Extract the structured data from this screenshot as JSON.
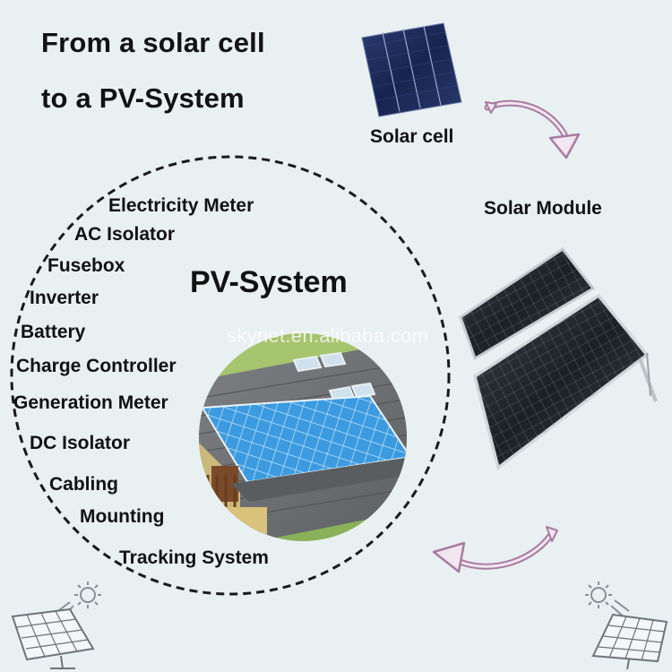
{
  "title": {
    "line1": "From a solar cell",
    "line2": "to a PV-System"
  },
  "labels": {
    "solar_cell": "Solar cell",
    "solar_module": "Solar Module",
    "pv_system": "PV-System"
  },
  "components": [
    "Electricity Meter",
    "AC Isolator",
    "Fusebox",
    "Inverter",
    "Battery",
    "Charge Controller",
    "Generation Meter",
    "DC Isolator",
    "Cabling",
    "Mounting",
    "Tracking System"
  ],
  "watermark": "skynet.en.alibaba.com",
  "colors": {
    "background": "#e9f0f1",
    "arrow": "#a87ba2",
    "cell": "#1d2a55",
    "panel": "#3c9be0"
  }
}
